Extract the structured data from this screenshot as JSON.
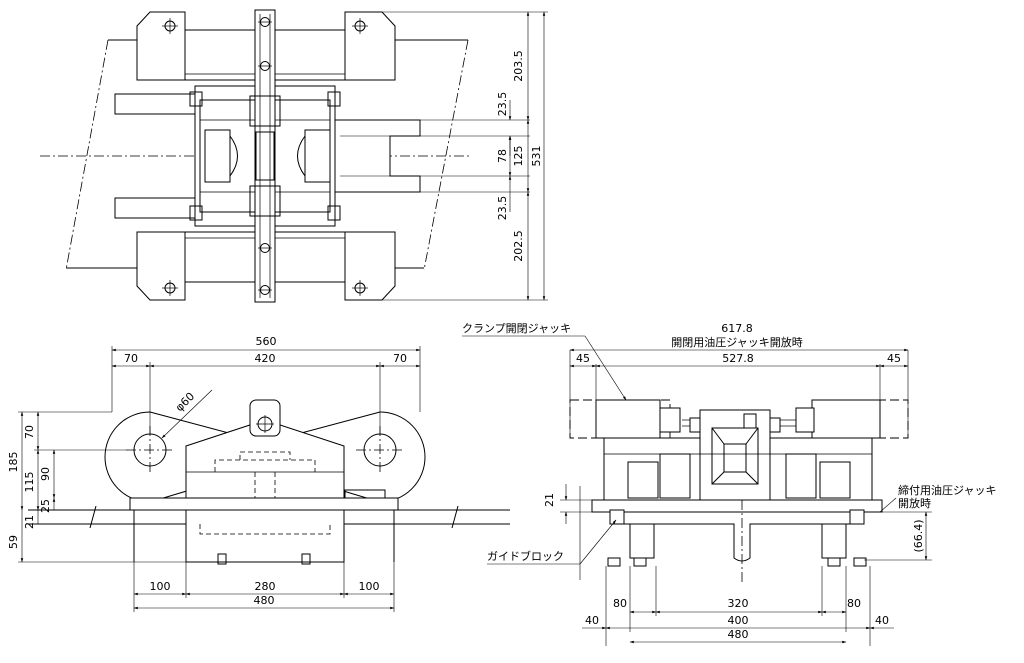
{
  "top_view": {
    "dims": {
      "d203_5": "203.5",
      "d23_5_top": "23.5",
      "d78": "78",
      "d125": "125",
      "d531": "531",
      "d23_5_bottom": "23.5",
      "d202_5": "202.5"
    }
  },
  "front_view": {
    "dims": {
      "d560": "560",
      "d70_left": "70",
      "d420": "420",
      "d70_right": "70",
      "dia60": "φ60",
      "d70_v": "70",
      "d185": "185",
      "d115": "115",
      "d90": "90",
      "d25": "25",
      "d21": "21",
      "d59": "59",
      "d100_left": "100",
      "d280": "280",
      "d100_right": "100",
      "d480": "480"
    }
  },
  "side_view": {
    "labels": {
      "clamp_jack": "クランプ開閉ジャッキ",
      "open_close_hydraulic": "開閉用油圧ジャッキ開放時",
      "tightening_jack_line1": "締付用油圧ジャッキ",
      "tightening_jack_line2": "開放時",
      "guide_block": "ガイドブロック"
    },
    "dims": {
      "d617_8": "617.8",
      "d45_left": "45",
      "d527_8": "527.8",
      "d45_right": "45",
      "d21": "21",
      "d66_4": "(66.4)",
      "d80_left": "80",
      "d320": "320",
      "d80_right": "80",
      "d40_left": "40",
      "d400": "400",
      "d40_right": "40",
      "d480": "480"
    }
  }
}
